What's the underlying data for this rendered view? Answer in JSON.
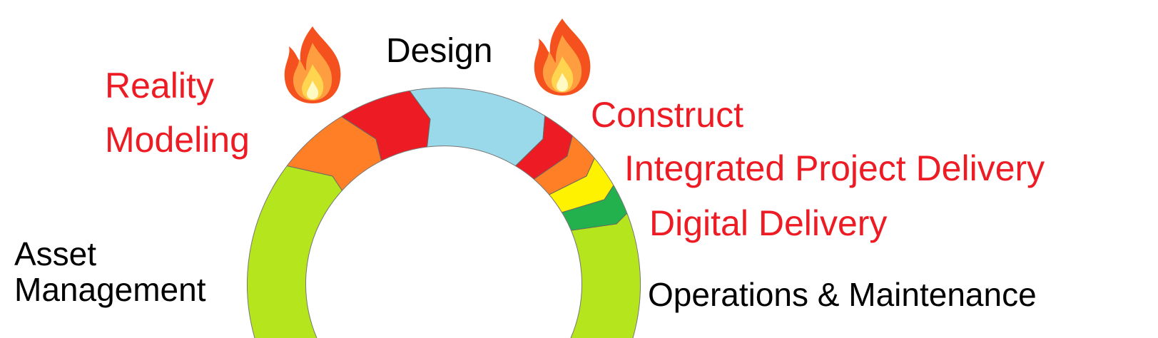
{
  "title": "Design",
  "labels": {
    "design": "Design",
    "reality": "Reality",
    "modeling": "Modeling",
    "construct": "Construct",
    "ipd": "Integrated Project Delivery",
    "digital_delivery": "Digital Delivery",
    "asset": "Asset",
    "management": "Management",
    "operations": "Operations & Maintenance"
  },
  "colors": {
    "lime": "#b5e61d",
    "orange": "#ff7f27",
    "red": "#ed1c24",
    "blue": "#99d9ea",
    "yellow": "#fff200",
    "green": "#22b14c",
    "label_red": "#ed1c24"
  },
  "icons": [
    "fire-icon",
    "fire-icon"
  ]
}
